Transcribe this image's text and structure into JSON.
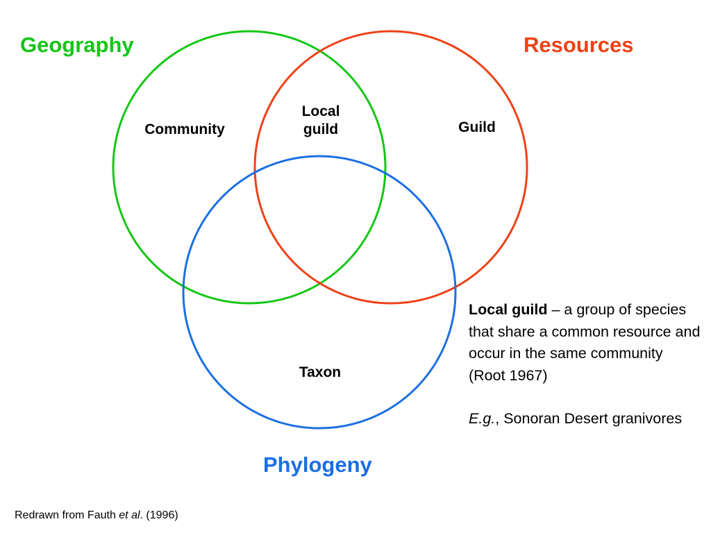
{
  "sets": {
    "geography": {
      "label": "Geography",
      "color": "#14c614"
    },
    "resources": {
      "label": "Resources",
      "color": "#ee4116"
    },
    "phylogeny": {
      "label": "Phylogeny",
      "color": "#1a6fe3"
    }
  },
  "regions": {
    "community": "Community",
    "local_guild": [
      "Local",
      "guild"
    ],
    "guild": "Guild",
    "taxon": "Taxon"
  },
  "definition": {
    "term": "Local guild",
    "text": " – a group of species that share a common resource and occur in the same community",
    "citation": "(Root 1967)",
    "example_label": "E.g.",
    "example_text": ", Sonoran Desert granivores"
  },
  "source": {
    "prefix": "Redrawn from Fauth ",
    "italic": "et al",
    "suffix": ". (1996)"
  }
}
